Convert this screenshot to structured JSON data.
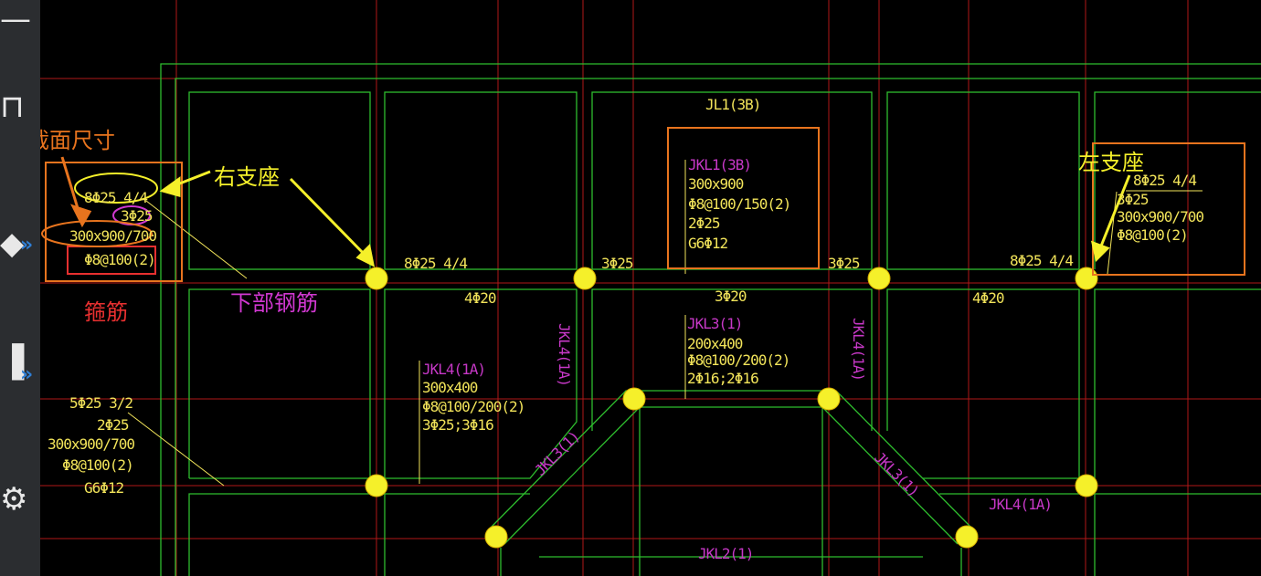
{
  "sidebar": {
    "tools": [
      {
        "icon": "line-tool-icon",
        "glyph": "—"
      },
      {
        "icon": "measure-tool-icon",
        "glyph": "⊓"
      },
      {
        "icon": "layer-tool-icon",
        "glyph": "◆"
      },
      {
        "icon": "text-tool-icon",
        "glyph": "▐"
      },
      {
        "icon": "gear-icon",
        "glyph": "⚙"
      }
    ],
    "expand_glyph": "»"
  },
  "drawing": {
    "beam_labels": {
      "jl1_top": "JL1(3B)",
      "left_top_1": "8Φ25 4/4",
      "left_top_2": "3Φ25",
      "left_top_3": "300x900/700",
      "left_top_4": "Φ8@100(2)",
      "span1_top": "8Φ25 4/4",
      "span1_bottom": "4Φ20",
      "span2_top": "3Φ25",
      "span2_bottom": "3Φ20",
      "span3_top": "3Φ25",
      "span4_top": "8Φ25 4/4",
      "span4_bottom": "4Φ20",
      "jkl1_1": "JKL1(3B)",
      "jkl1_2": "300x900",
      "jkl1_3": "Φ8@100/150(2)",
      "jkl1_4": "2Φ25",
      "jkl1_5": "G6Φ12",
      "right_1": "8Φ25 4/4",
      "right_2": "3Φ25",
      "right_3": "300x900/700",
      "right_4": "Φ8@100(2)",
      "jkl3_1": "JKL3(1)",
      "jkl3_2": "200x400",
      "jkl3_3": "Φ8@100/200(2)",
      "jkl3_4": "2Φ16;2Φ16",
      "jkl4_1": "JKL4(1A)",
      "jkl4_2": "300x400",
      "jkl4_3": "Φ8@100/200(2)",
      "jkl4_4": "3Φ25;3Φ16",
      "jkl4_vert_left": "JKL4(1A)",
      "jkl4_vert_right": "JKL4(1A)",
      "jkl3_diag_left": "JKL3(1)",
      "jkl3_diag_right": "JKL3(1)",
      "jkl4_right": "JKL4(1A)",
      "jkl2": "JKL2(1)",
      "low_1": "5Φ25 3/2",
      "low_2": "2Φ25",
      "low_3": "300x900/700",
      "low_4": "Φ8@100(2)",
      "low_5": "G6Φ12"
    },
    "annotations": {
      "section_size": "截面尺寸",
      "right_support": "右支座",
      "left_support": "左支座",
      "bottom_rebar": "下部钢筋",
      "stirrup": "箍筋"
    },
    "colors": {
      "background": "#000000",
      "grid_line": "#b01818",
      "beam_line": "#2ebd2e",
      "column": "#f5f02a",
      "rebar_text": "#f2e45a",
      "beam_name": "#c738c7",
      "highlight_box": "#e8741e",
      "arrow": "#f5f02a"
    }
  }
}
